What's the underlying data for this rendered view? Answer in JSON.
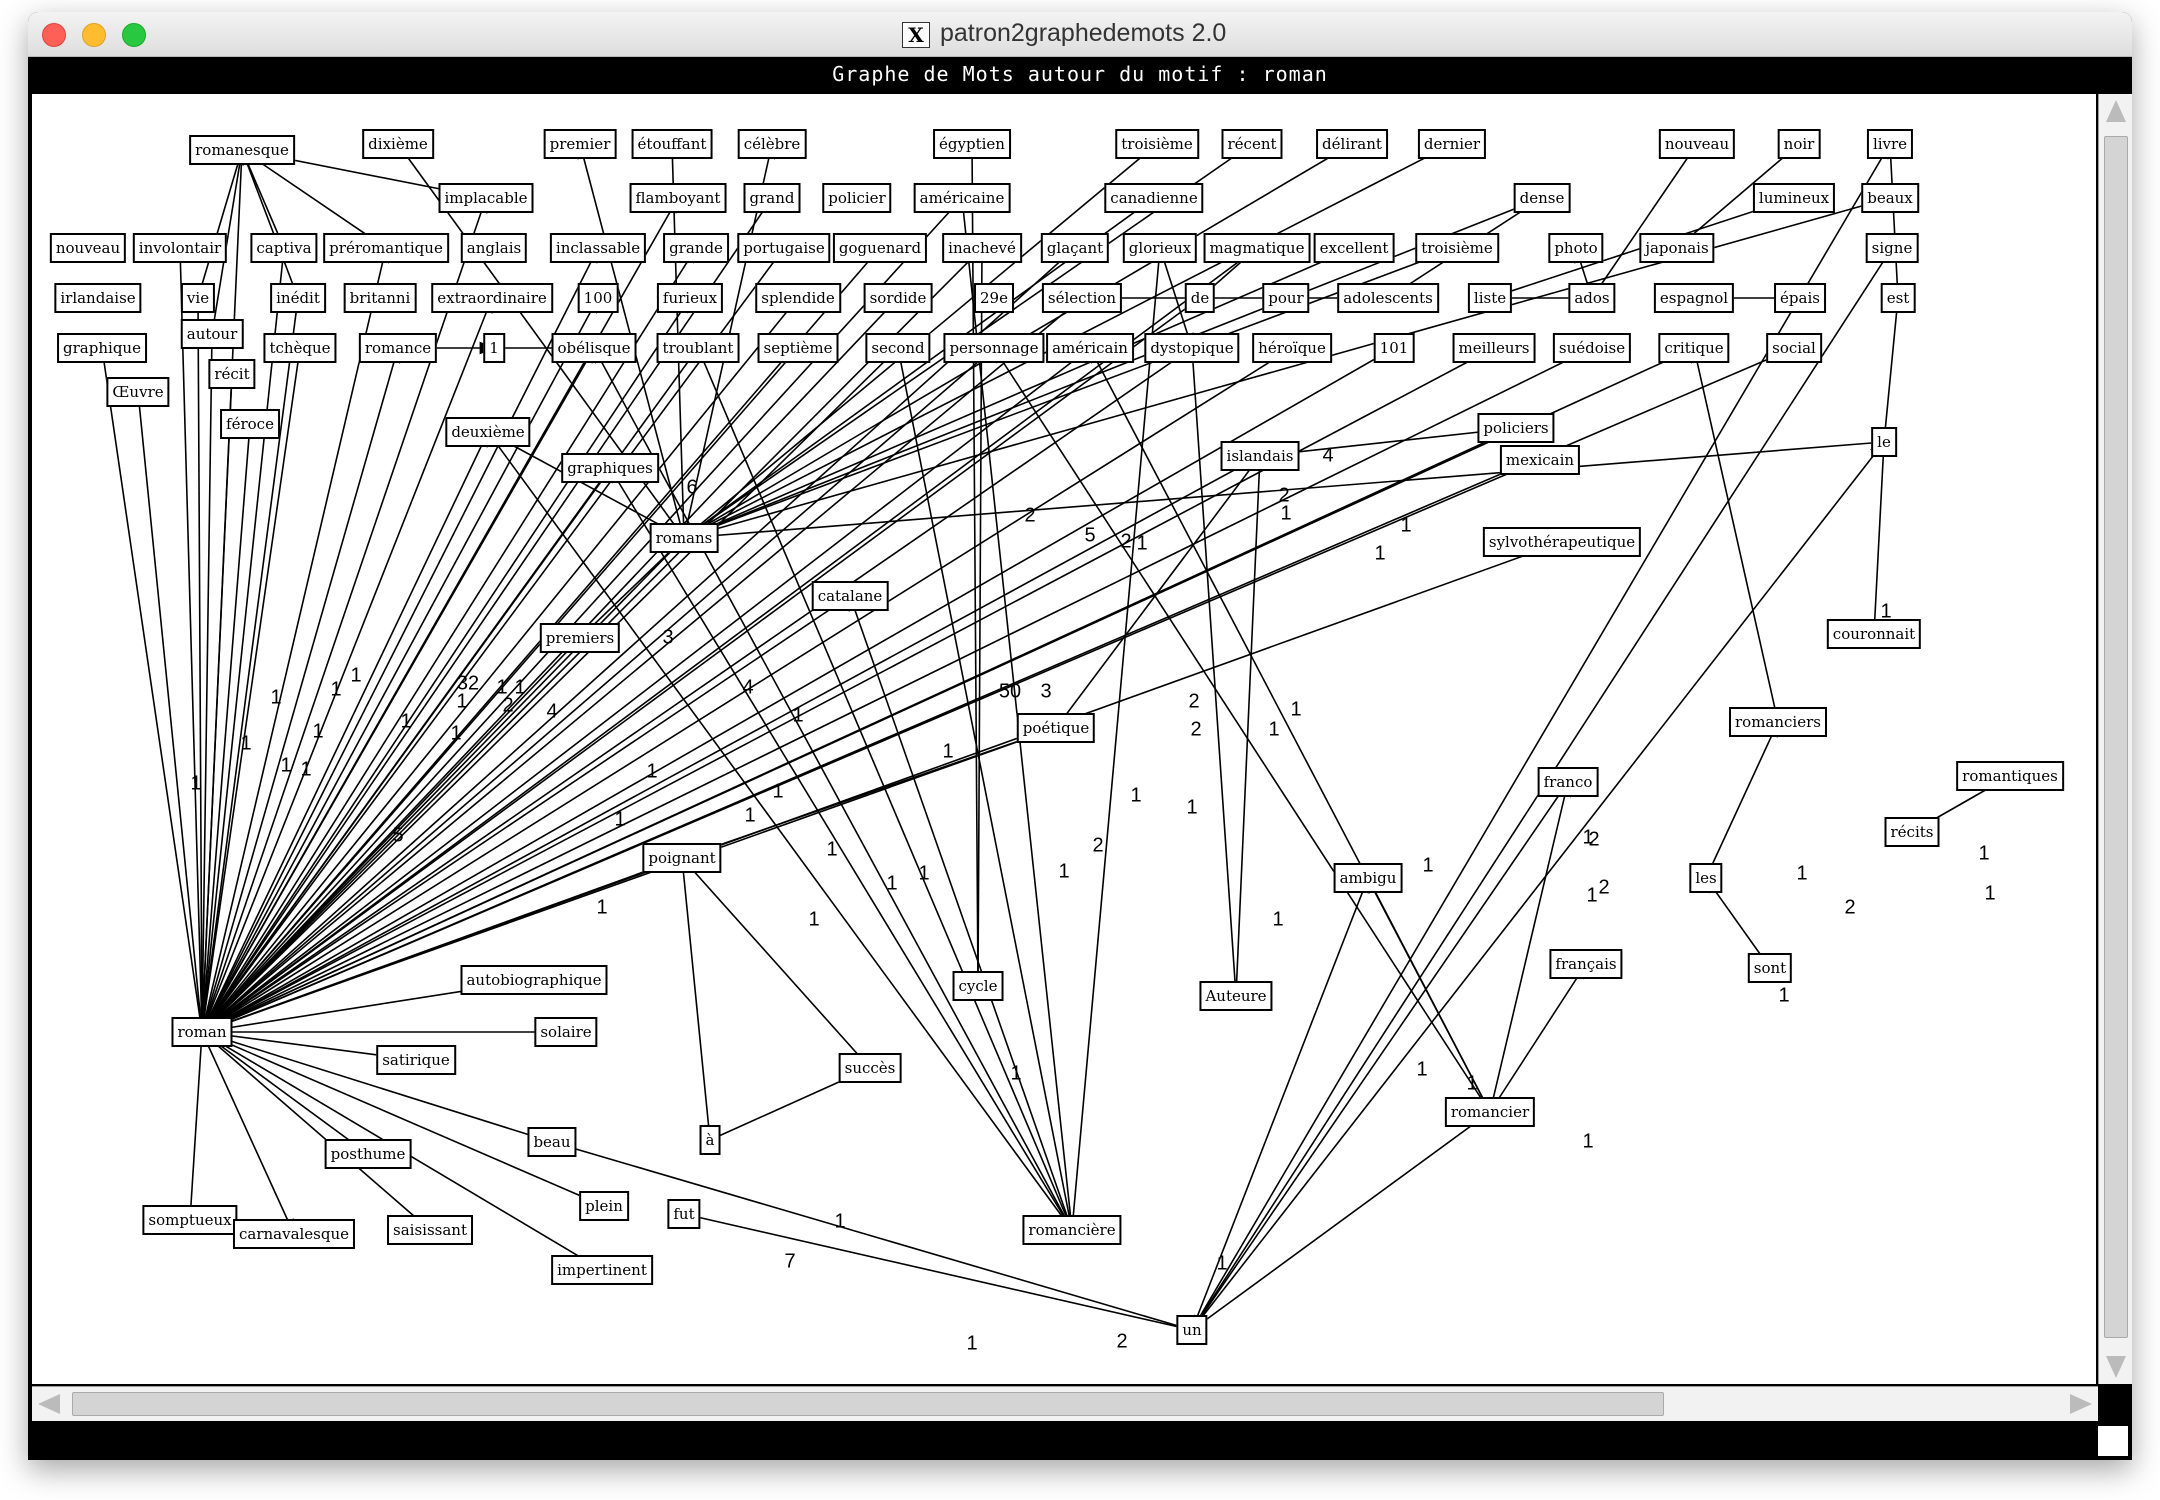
{
  "window": {
    "title": "patron2graphedemots 2.0",
    "x_icon": "X"
  },
  "graph": {
    "title": "Graphe de Mots autour du motif : roman",
    "nodes": [
      {
        "id": "romanesque",
        "label": "romanesque"
      },
      {
        "id": "dixieme",
        "label": "dixième"
      },
      {
        "id": "premier",
        "label": "premier"
      },
      {
        "id": "etouffant",
        "label": "étouffant"
      },
      {
        "id": "celebre",
        "label": "célèbre"
      },
      {
        "id": "egyptien",
        "label": "égyptien"
      },
      {
        "id": "troisieme",
        "label": "troisième"
      },
      {
        "id": "recent",
        "label": "récent"
      },
      {
        "id": "delirant",
        "label": "délirant"
      },
      {
        "id": "dernier",
        "label": "dernier"
      },
      {
        "id": "nouveau2",
        "label": "nouveau"
      },
      {
        "id": "noir",
        "label": "noir"
      },
      {
        "id": "livre",
        "label": "livre"
      },
      {
        "id": "implacable",
        "label": "implacable"
      },
      {
        "id": "flamboyant",
        "label": "flamboyant"
      },
      {
        "id": "grand",
        "label": "grand"
      },
      {
        "id": "policier",
        "label": "policier"
      },
      {
        "id": "americaine",
        "label": "américaine"
      },
      {
        "id": "canadienne",
        "label": "canadienne"
      },
      {
        "id": "dense",
        "label": "dense"
      },
      {
        "id": "lumineux",
        "label": "lumineux"
      },
      {
        "id": "beaux",
        "label": "beaux"
      },
      {
        "id": "nouveau",
        "label": "nouveau"
      },
      {
        "id": "involontaire",
        "label": "involontair"
      },
      {
        "id": "captivant",
        "label": "captiva"
      },
      {
        "id": "preromantique",
        "label": "préromantique"
      },
      {
        "id": "anglais",
        "label": "anglais"
      },
      {
        "id": "inclassable",
        "label": "inclassable"
      },
      {
        "id": "grande",
        "label": "grande"
      },
      {
        "id": "portugaise",
        "label": "portugaise"
      },
      {
        "id": "goguenard",
        "label": "goguenard"
      },
      {
        "id": "inacheve",
        "label": "inachevé"
      },
      {
        "id": "glacant",
        "label": "glaçant"
      },
      {
        "id": "glorieux",
        "label": "glorieux"
      },
      {
        "id": "magmatique",
        "label": "magmatique"
      },
      {
        "id": "excellent",
        "label": "excellent"
      },
      {
        "id": "troisieme2",
        "label": "troisième"
      },
      {
        "id": "photo",
        "label": "photo"
      },
      {
        "id": "japonais",
        "label": "japonais"
      },
      {
        "id": "signe",
        "label": "signe"
      },
      {
        "id": "irlandaise",
        "label": "irlandaise"
      },
      {
        "id": "vie",
        "label": "vie"
      },
      {
        "id": "inedit",
        "label": "inédit"
      },
      {
        "id": "britannique",
        "label": "britanni"
      },
      {
        "id": "extraordinaire",
        "label": "extraordinaire"
      },
      {
        "id": "n100",
        "label": "100"
      },
      {
        "id": "furieux",
        "label": "furieux"
      },
      {
        "id": "splendide",
        "label": "splendide"
      },
      {
        "id": "sordide",
        "label": "sordide"
      },
      {
        "id": "n29e",
        "label": "29e"
      },
      {
        "id": "selection",
        "label": "sélection"
      },
      {
        "id": "de",
        "label": "de"
      },
      {
        "id": "pour",
        "label": "pour"
      },
      {
        "id": "adolescents",
        "label": "adolescents"
      },
      {
        "id": "liste",
        "label": "liste"
      },
      {
        "id": "ados",
        "label": "ados"
      },
      {
        "id": "espagnol",
        "label": "espagnol"
      },
      {
        "id": "epais",
        "label": "épais"
      },
      {
        "id": "est",
        "label": "est"
      },
      {
        "id": "graphique",
        "label": "graphique"
      },
      {
        "id": "autour",
        "label": "autour"
      },
      {
        "id": "tcheque",
        "label": "tchèque"
      },
      {
        "id": "romance",
        "label": "romance"
      },
      {
        "id": "n1",
        "label": "1"
      },
      {
        "id": "obelisque",
        "label": "obélisque"
      },
      {
        "id": "troublant",
        "label": "troublant"
      },
      {
        "id": "septieme",
        "label": "septième"
      },
      {
        "id": "second",
        "label": "second"
      },
      {
        "id": "personnage",
        "label": "personnage"
      },
      {
        "id": "americain",
        "label": "américain"
      },
      {
        "id": "dystopique",
        "label": "dystopique"
      },
      {
        "id": "heroique",
        "label": "héroïque"
      },
      {
        "id": "n101",
        "label": "101"
      },
      {
        "id": "meilleurs",
        "label": "meilleurs"
      },
      {
        "id": "suedoise",
        "label": "suédoise"
      },
      {
        "id": "critique",
        "label": "critique"
      },
      {
        "id": "social",
        "label": "social"
      },
      {
        "id": "recit",
        "label": "récit"
      },
      {
        "id": "oeuvre",
        "label": "Œuvre"
      },
      {
        "id": "feroce",
        "label": "féroce"
      },
      {
        "id": "deuxieme",
        "label": "deuxième"
      },
      {
        "id": "graphiques",
        "label": "graphiques"
      },
      {
        "id": "policiers",
        "label": "policiers"
      },
      {
        "id": "islandais",
        "label": "islandais"
      },
      {
        "id": "mexicain",
        "label": "mexicain"
      },
      {
        "id": "le",
        "label": "le"
      },
      {
        "id": "romans",
        "label": "romans"
      },
      {
        "id": "sylvotherapeutique",
        "label": "sylvothérapeutique"
      },
      {
        "id": "catalane",
        "label": "catalane"
      },
      {
        "id": "premiers",
        "label": "premiers"
      },
      {
        "id": "couronnait",
        "label": "couronnait"
      },
      {
        "id": "romanciers",
        "label": "romanciers"
      },
      {
        "id": "poetique",
        "label": "poétique"
      },
      {
        "id": "romantiques",
        "label": "romantiques"
      },
      {
        "id": "franco",
        "label": "franco"
      },
      {
        "id": "recits",
        "label": "récits"
      },
      {
        "id": "poignant",
        "label": "poignant"
      },
      {
        "id": "ambigu",
        "label": "ambigu"
      },
      {
        "id": "les",
        "label": "les"
      },
      {
        "id": "sont",
        "label": "sont"
      },
      {
        "id": "francais",
        "label": "français"
      },
      {
        "id": "autobiographique",
        "label": "autobiographique"
      },
      {
        "id": "cycle",
        "label": "cycle"
      },
      {
        "id": "auteure",
        "label": "Auteure"
      },
      {
        "id": "roman",
        "label": "roman"
      },
      {
        "id": "solaire",
        "label": "solaire"
      },
      {
        "id": "satirique",
        "label": "satirique"
      },
      {
        "id": "succes",
        "label": "succès"
      },
      {
        "id": "romancier",
        "label": "romancier"
      },
      {
        "id": "beau",
        "label": "beau"
      },
      {
        "id": "a",
        "label": "à"
      },
      {
        "id": "posthume",
        "label": "posthume"
      },
      {
        "id": "plein",
        "label": "plein"
      },
      {
        "id": "fut",
        "label": "fut"
      },
      {
        "id": "romanciere",
        "label": "romancière"
      },
      {
        "id": "somptueux",
        "label": "somptueux"
      },
      {
        "id": "carnavalesque",
        "label": "carnavalesque"
      },
      {
        "id": "saisissant",
        "label": "saisissant"
      },
      {
        "id": "impertinent",
        "label": "impertinent"
      },
      {
        "id": "un",
        "label": "un"
      }
    ],
    "edge_labels": [
      "1",
      "1",
      "1",
      "1",
      "1",
      "1",
      "1",
      "1",
      "1",
      "1",
      "1",
      "1",
      "1",
      "32",
      "2",
      "4",
      "5",
      "6",
      "4",
      "3",
      "50",
      "3",
      "2",
      "2",
      "2",
      "2",
      "5",
      "2",
      "1",
      "1",
      "1",
      "1",
      "2",
      "1",
      "1",
      "1",
      "1",
      "1",
      "1",
      "1",
      "1",
      "2",
      "1",
      "1",
      "2",
      "2",
      "1",
      "1",
      "1",
      "1",
      "1",
      "2",
      "1",
      "4",
      "1",
      "1",
      "1",
      "1",
      "1",
      "1",
      "1",
      "1",
      "7",
      "1",
      "1",
      "1",
      "1",
      "1",
      "1",
      "1",
      "1"
    ]
  },
  "colors": {
    "window_frame": "#000000",
    "canvas": "#ffffff",
    "edge": "#000000",
    "node_border": "#000000"
  }
}
